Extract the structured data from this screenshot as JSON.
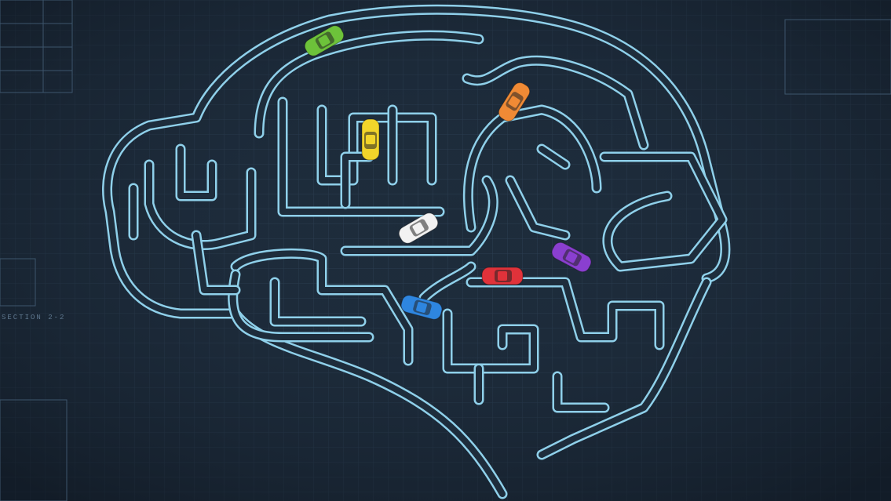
{
  "blueprint": {
    "section_label": "SECTION 2-2"
  },
  "colors": {
    "background": "#1b2836",
    "maze_line": "#8fd0ea"
  },
  "cars": [
    {
      "name": "green",
      "color": "#6dc23a"
    },
    {
      "name": "yellow",
      "color": "#f2d52a"
    },
    {
      "name": "orange",
      "color": "#f08a35"
    },
    {
      "name": "white",
      "color": "#f2f2f2"
    },
    {
      "name": "purple",
      "color": "#8a3fd0"
    },
    {
      "name": "red",
      "color": "#e0323a"
    },
    {
      "name": "blue",
      "color": "#2e86e0"
    }
  ]
}
